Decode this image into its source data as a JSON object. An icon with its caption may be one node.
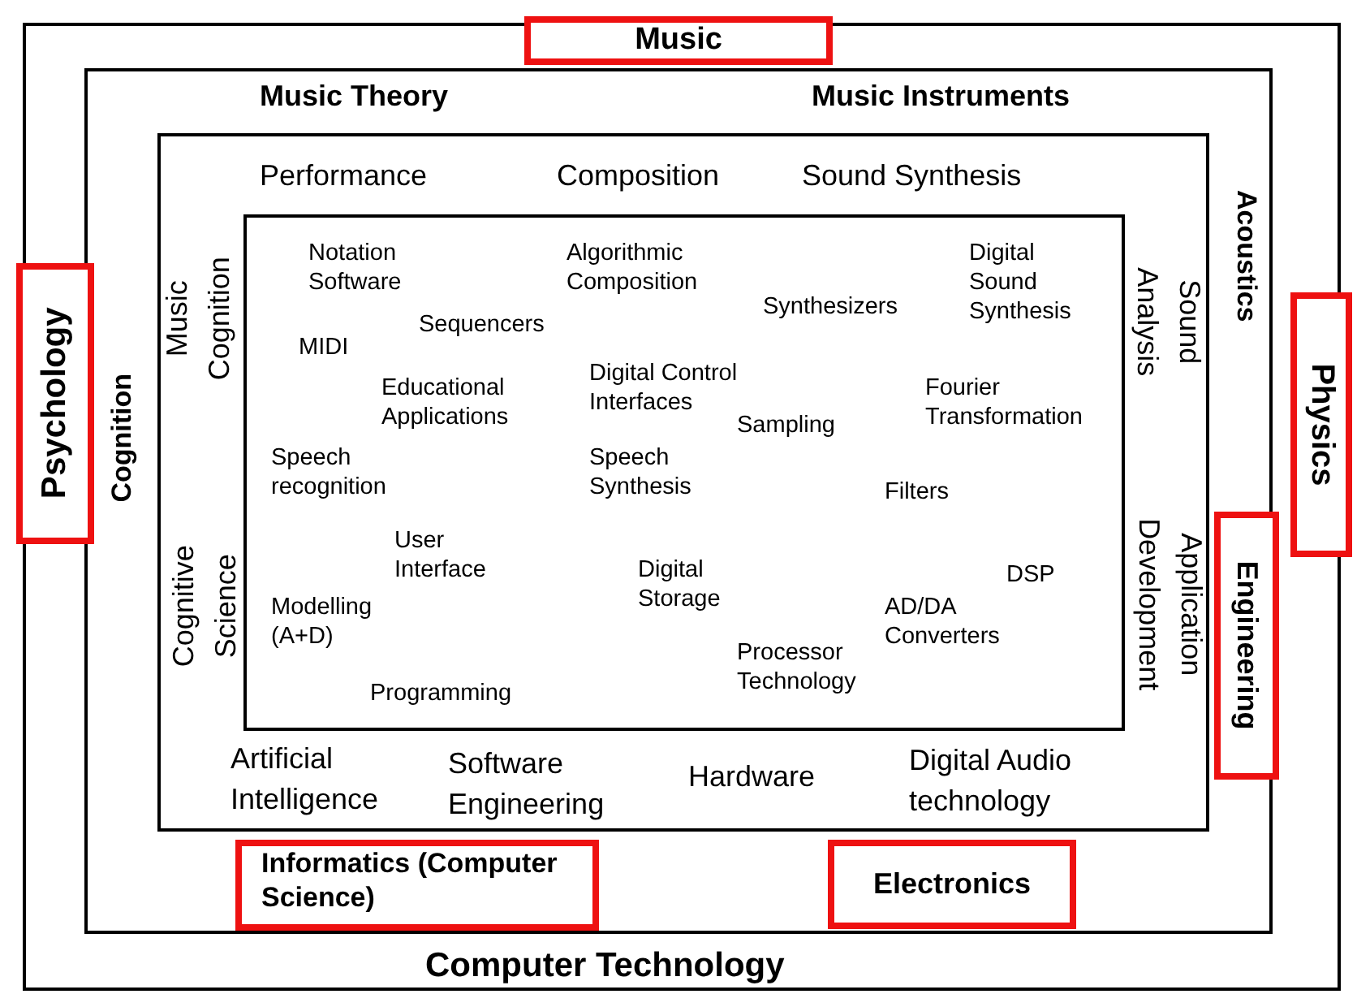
{
  "diagram": {
    "nodes": [
      {
        "text": [
          "Music"
        ]
      },
      {
        "text": [
          "Psychology"
        ]
      },
      {
        "text": [
          "Computer Technology"
        ]
      },
      {
        "text": [
          "Music Theory",
          "Music Instruments",
          "Acoustics",
          "Cognition"
        ],
        "in": 2
      },
      {
        "text": [
          "Performance",
          "Composition",
          "Sound Synthesis",
          "Music Cognition",
          "Sound Analysis",
          "Cognitive Science",
          "Application Development",
          "Artificial Intelligence",
          "Software Engineering",
          "Hardware",
          "Digital Audio technology"
        ],
        "in": 3
      },
      {
        "text": [
          "Notation Software",
          "Algorithmic Composition",
          "Digital Sound Synthesis",
          "Sequencers",
          "Synthesizers",
          "MIDI",
          "Educational Applications",
          "Digital Control Interfaces",
          "Sampling",
          "Fourier Transformation",
          "Speech recognition",
          "Speech Synthesis",
          "Filters",
          "User Interface",
          "Digital Storage",
          "DSP",
          "Modelling (A+D)",
          "AD/DA Converters",
          "Processor Technology",
          "Programming"
        ],
        "in": 4
      },
      {
        "text": [
          "Physics"
        ]
      },
      {
        "text": [
          "Engineering"
        ],
        "in": 2
      },
      {
        "text": [
          "Informatics (Computer Science)"
        ],
        "in": 3
      },
      {
        "text": [
          "Electronics"
        ],
        "in": 3
      }
    ]
  }
}
